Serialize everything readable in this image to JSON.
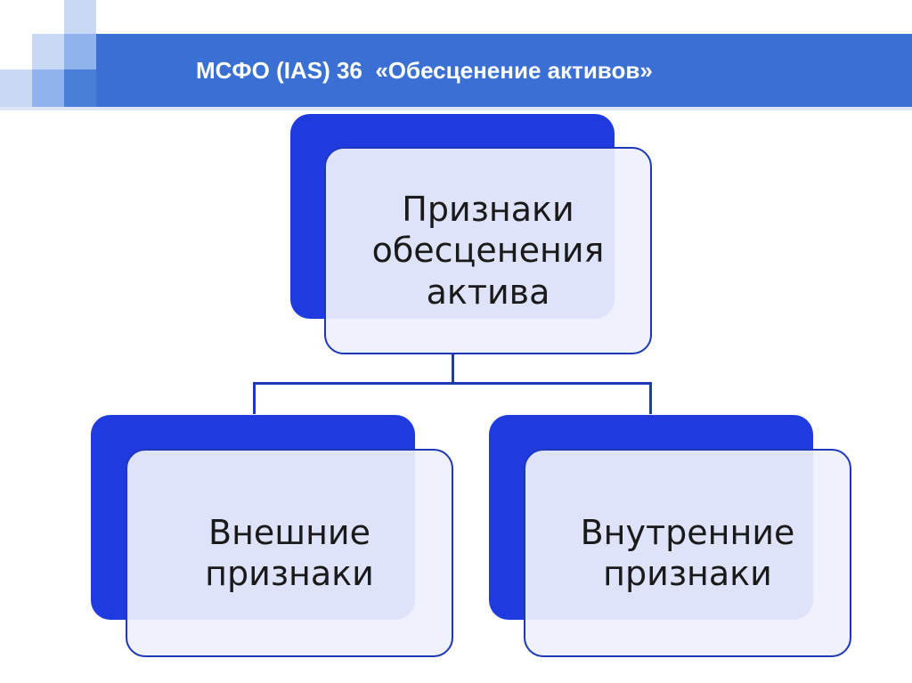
{
  "slide": {
    "title": "МСФО (IAS) 36  «Обесценение активов»"
  },
  "diagram": {
    "root": {
      "label": "Признаки\nобесценения\nактива"
    },
    "children": [
      {
        "label": "Внешние\nпризнаки"
      },
      {
        "label": "Внутренние\nпризнаки"
      }
    ]
  },
  "colors": {
    "title_bar": "#3a6fd4",
    "box_accent": "#1f3be0",
    "box_border": "#1f38b8",
    "box_fill": "#eef0fc"
  }
}
